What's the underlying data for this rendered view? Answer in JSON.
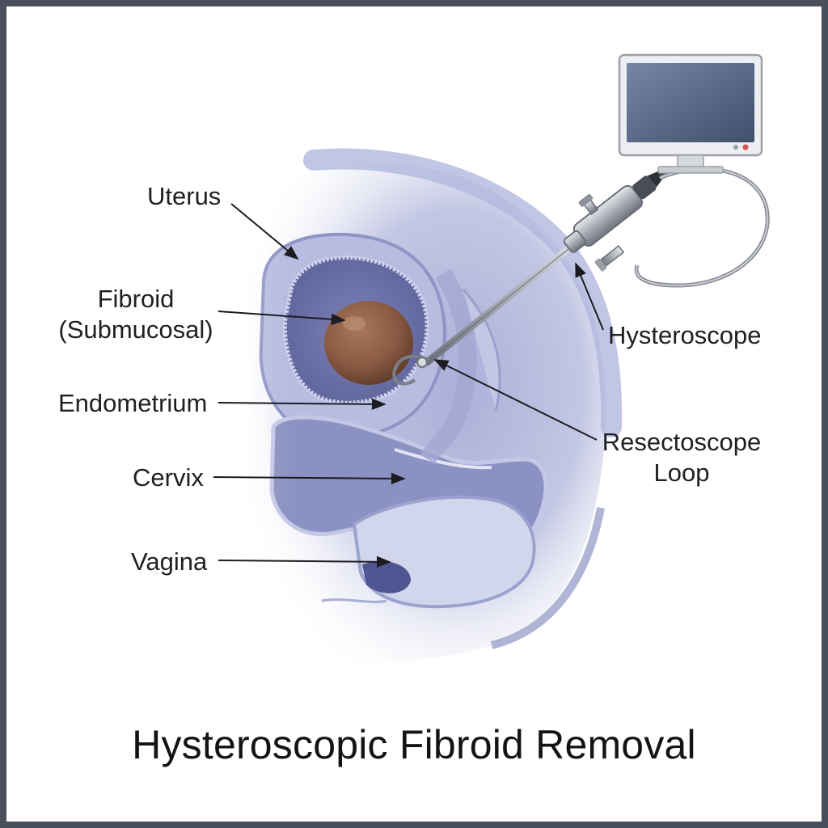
{
  "title": "Hysteroscopic Fibroid Removal",
  "labels": {
    "uterus": "Uterus",
    "fibroid_line1": "Fibroid",
    "fibroid_line2": "(Submucosal)",
    "endometrium": "Endometrium",
    "cervix": "Cervix",
    "vagina": "Vagina",
    "hysteroscope": "Hysteroscope",
    "resectoscope_line1": "Resectoscope",
    "resectoscope_line2": "Loop"
  },
  "colors": {
    "frame": "#4a4f5c",
    "tissue_light": "#c9cde6",
    "tissue_mid": "#9ea5d0",
    "tissue_dark": "#6c72a8",
    "fibroid": "#8a5a43",
    "metal": "#b9bcc4",
    "monitor_screen": "#5c6f8c"
  },
  "icons": {
    "monitor": "monitor-icon",
    "scope": "hysteroscope-icon"
  }
}
